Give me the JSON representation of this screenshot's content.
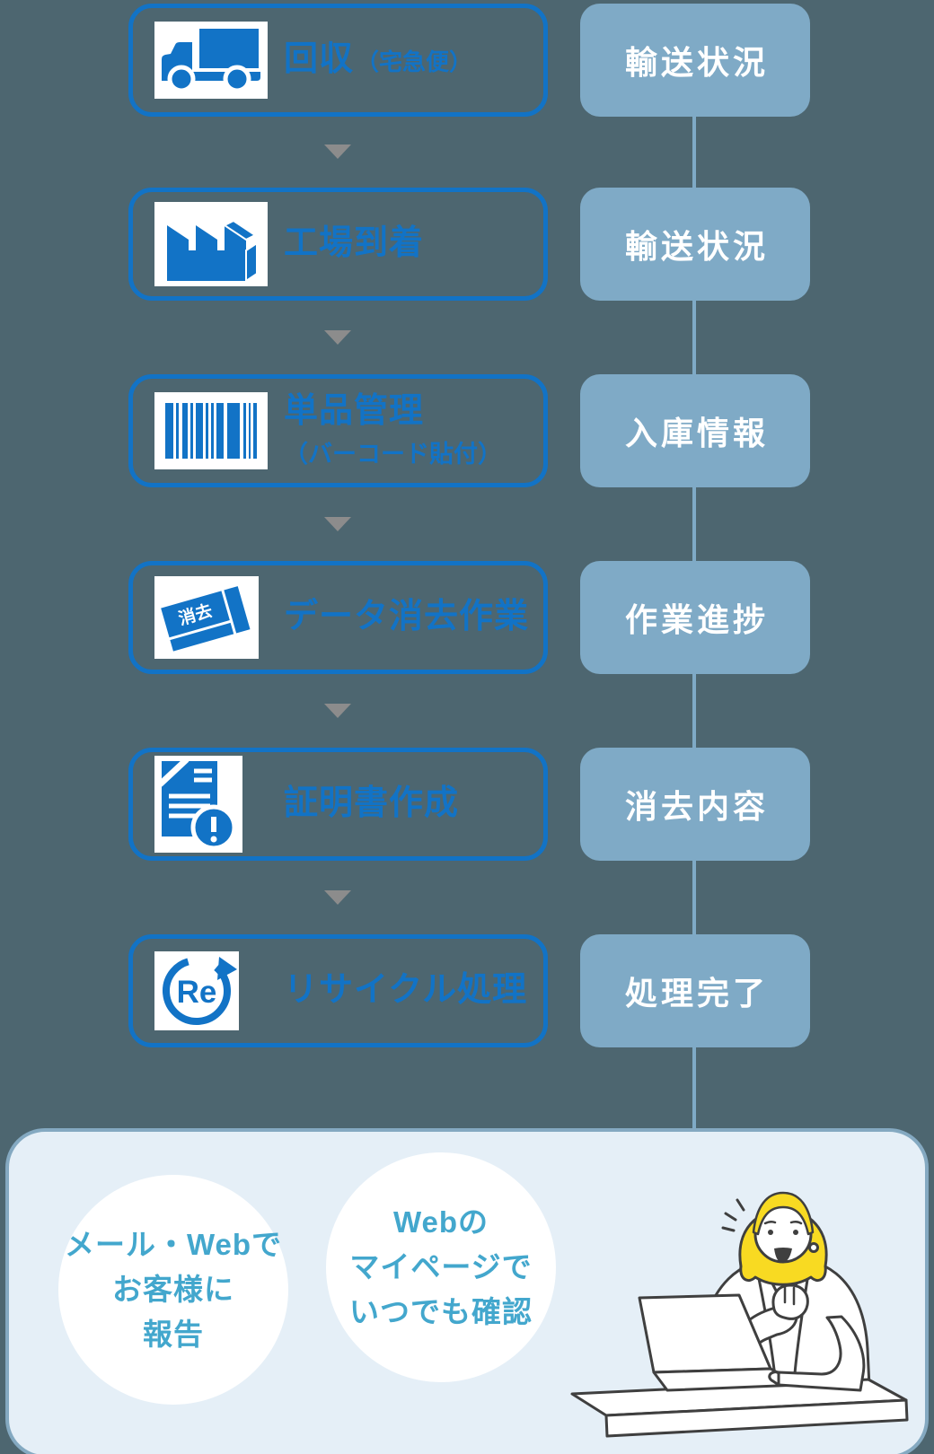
{
  "background_color": "#4d6670",
  "palette": {
    "accent_blue": "#1273c6",
    "status_box_blue": "#7faac6",
    "panel_background": "#e5eff7",
    "panel_border": "#84a9c1",
    "badge_text_blue": "#43a7cd",
    "arrow_gray": "#8c8c8c",
    "hair_yellow": "#f8da22"
  },
  "flow": {
    "steps": [
      {
        "icon": "truck-icon",
        "label": "回収",
        "suffix": "（宅急便）",
        "status": "輸送状況"
      },
      {
        "icon": "factory-icon",
        "label": "工場到着",
        "status": "輸送状況"
      },
      {
        "icon": "barcode-icon",
        "label": "単品管理",
        "line2": "（バーコード貼付）",
        "status": "入庫情報"
      },
      {
        "icon": "eraser-icon",
        "label": "データ消去作業",
        "icon_text": "消去",
        "status": "作業進捗"
      },
      {
        "icon": "certificate-icon",
        "label": "証明書作成",
        "status": "消去内容"
      },
      {
        "icon": "recycle-icon",
        "label": "リサイクル処理",
        "icon_text": "Re",
        "status": "処理完了"
      }
    ]
  },
  "footer": {
    "badges": [
      {
        "lines": [
          "メール・Webで",
          "お客様に",
          "報告"
        ]
      },
      {
        "lines": [
          "Webの",
          "マイページで",
          "いつでも確認"
        ]
      }
    ],
    "illustration": "woman-at-laptop"
  }
}
